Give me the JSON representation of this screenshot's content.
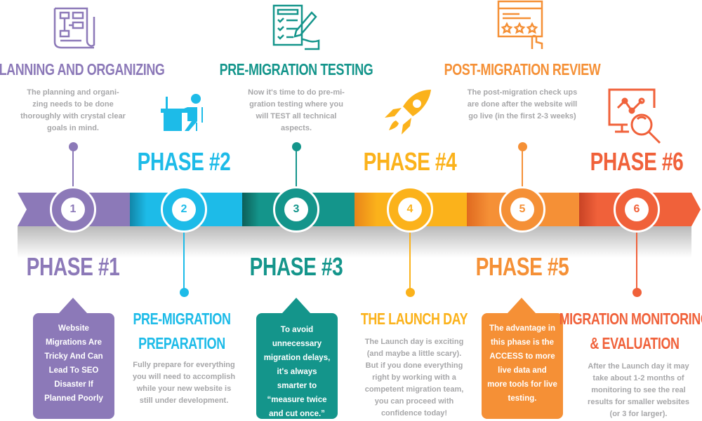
{
  "colors": {
    "p1": "#8c79b8",
    "p2": "#1dbbe8",
    "p3": "#14958b",
    "p4": "#fbb21b",
    "p5": "#f59036",
    "p6": "#f0613a",
    "text": "#a7a7a9"
  },
  "phases": [
    {
      "number": "1",
      "label": "PHASE #1",
      "title": "PLANNING AND ORGANIZING",
      "description": "The planning and organi-zing needs to be done thoroughly with crystal clear goals in mind.",
      "callout": "Website Migrations Are Tricky And Can Lead To SEO Disaster If Planned Poorly",
      "icon": "flowchart-document-icon"
    },
    {
      "number": "2",
      "label": "PHASE #2",
      "title_lines": [
        "PRE-MIGRATION",
        "PREPARATION"
      ],
      "description": "Fully prepare for everything you will need to accomplish while your new website is still under development.",
      "icon": "person-at-computer-icon"
    },
    {
      "number": "3",
      "label": "PHASE #3",
      "title": "PRE-MIGRATION TESTING",
      "description": "Now it's time to do pre-mi-gration testing where you will TEST all technical aspects.",
      "callout": "To avoid unnecessary migration delays, it's always smarter to “measure twice and cut once.”",
      "icon": "checklist-pen-icon"
    },
    {
      "number": "4",
      "label": "PHASE #4",
      "title": "THE LAUNCH DAY",
      "description": "The Launch day is exciting (and maybe a little scary). But if you done everything right by working with a competent migration team, you can proceed with confidence today!",
      "icon": "rocket-icon"
    },
    {
      "number": "5",
      "label": "PHASE #5",
      "title": "POST-MIGRATION REVIEW",
      "description": "The post-migration check ups are done after the website will go live (in the first 2-3 weeks)",
      "callout": "The advantage in this phase is the ACCESS to more live data and more tools for live testing.",
      "icon": "rating-review-icon"
    },
    {
      "number": "6",
      "label": "PHASE #6",
      "title_lines": [
        "MIGRATION MONITORING",
        "& EVALUATION"
      ],
      "description": "After the Launch day it may take about 1-2 months of monitoring to see the real results for smaller websites (or 3 for larger).",
      "icon": "monitor-analytics-icon"
    }
  ]
}
